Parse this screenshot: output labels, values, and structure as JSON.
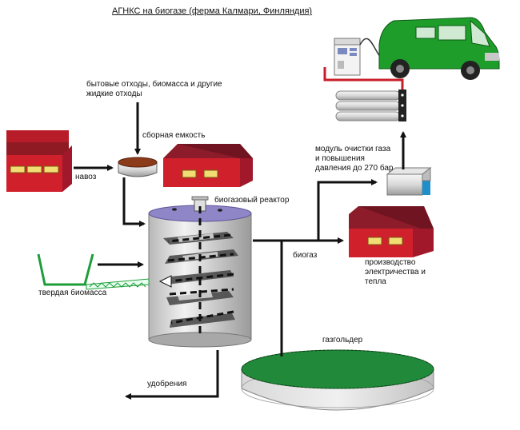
{
  "title": "АГНКС на биогазе (ферма Калмари, Финляндия)",
  "labels": {
    "household_waste_line1": "бытовые отходы, биомасса и другие",
    "household_waste_line2": "жидкие отходы",
    "collection_tank": "сборная емкость",
    "manure": "навоз",
    "bioreactor": "биогазовый реактор",
    "solid_biomass": "твердая биомасса",
    "biogas": "биогаз",
    "gas_module_line1": "модуль очистки газа",
    "gas_module_line2": "и повышения",
    "gas_module_line3": "давления до 270 бар",
    "power_line1": "производство",
    "power_line2": "электричества и",
    "power_line3": "тепла",
    "gasholder": "газгольдер",
    "fertilizers": "удобрения"
  },
  "colors": {
    "barn_red": "#d0202c",
    "roof_red": "#8c1c2a",
    "window_yellow": "#f2dc74",
    "van_green": "#1f9d2b",
    "gasholder_green": "#218a3a",
    "reactor_gray": "#c8c8c8",
    "pipe_red": "#c81e2a"
  }
}
